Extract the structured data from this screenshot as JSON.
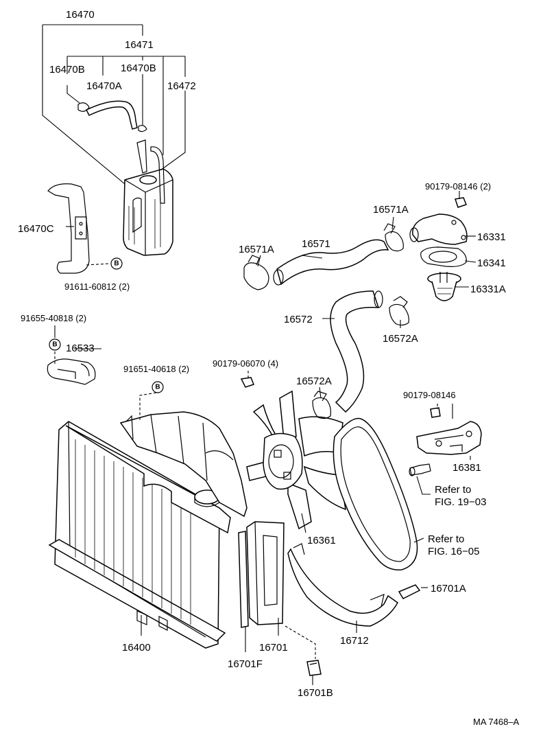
{
  "labels": {
    "p16470": "16470",
    "p16471": "16471",
    "p16470B_left": "16470B",
    "p16470B_right": "16470B",
    "p16470A": "16470A",
    "p16472": "16472",
    "p16470C": "16470C",
    "b91611": "91611-60812 (2)",
    "b91655": "91655-40818 (2)",
    "p16533": "16533",
    "b91651": "91651-40618 (2)",
    "b90179_06070": "90179-06070 (4)",
    "b90179_08146_top": "90179-08146 (2)",
    "p16571A_right": "16571A",
    "p16571A_left": "16571A",
    "p16571": "16571",
    "p16331": "16331",
    "p16341": "16341",
    "p16331A": "16331A",
    "p16572": "16572",
    "p16572A_right": "16572A",
    "p16572A_left": "16572A",
    "b90179_08146_mid": "90179-08146",
    "p16381": "16381",
    "refer1903_a": "Refer to",
    "refer1903_b": "FIG. 19−03",
    "p16361": "16361",
    "refer1605_a": "Refer to",
    "refer1605_b": "FIG. 16−05",
    "p16701A": "16701A",
    "p16400": "16400",
    "p16701": "16701",
    "p16712": "16712",
    "p16701F": "16701F",
    "p16701B": "16701B",
    "code": "MA 7468–A"
  },
  "badges": {
    "bolt_marker": "B"
  }
}
